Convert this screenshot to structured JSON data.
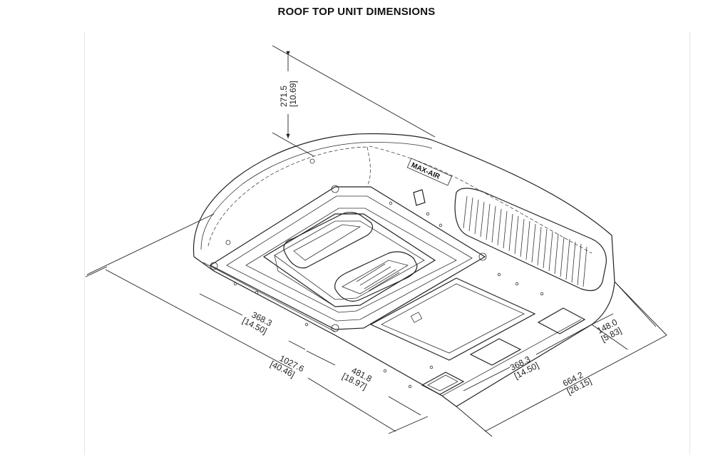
{
  "title": "ROOF TOP UNIT DIMENSIONS",
  "logo_text": "MAX-AIR",
  "dimensions": {
    "height": {
      "mm": "271.5",
      "in": "[10.69]"
    },
    "front_opening": {
      "mm": "368.3",
      "in": "[14.50]"
    },
    "overall_length": {
      "mm": "1027.6",
      "in": "[40.46]"
    },
    "rear_section": {
      "mm": "481.8",
      "in": "[18.97]"
    },
    "side_opening": {
      "mm": "368.3",
      "in": "[14.50]"
    },
    "overall_width": {
      "mm": "664.2",
      "in": "[26.15]"
    },
    "offset": {
      "mm": "148.0",
      "in": "[5.83]"
    }
  }
}
